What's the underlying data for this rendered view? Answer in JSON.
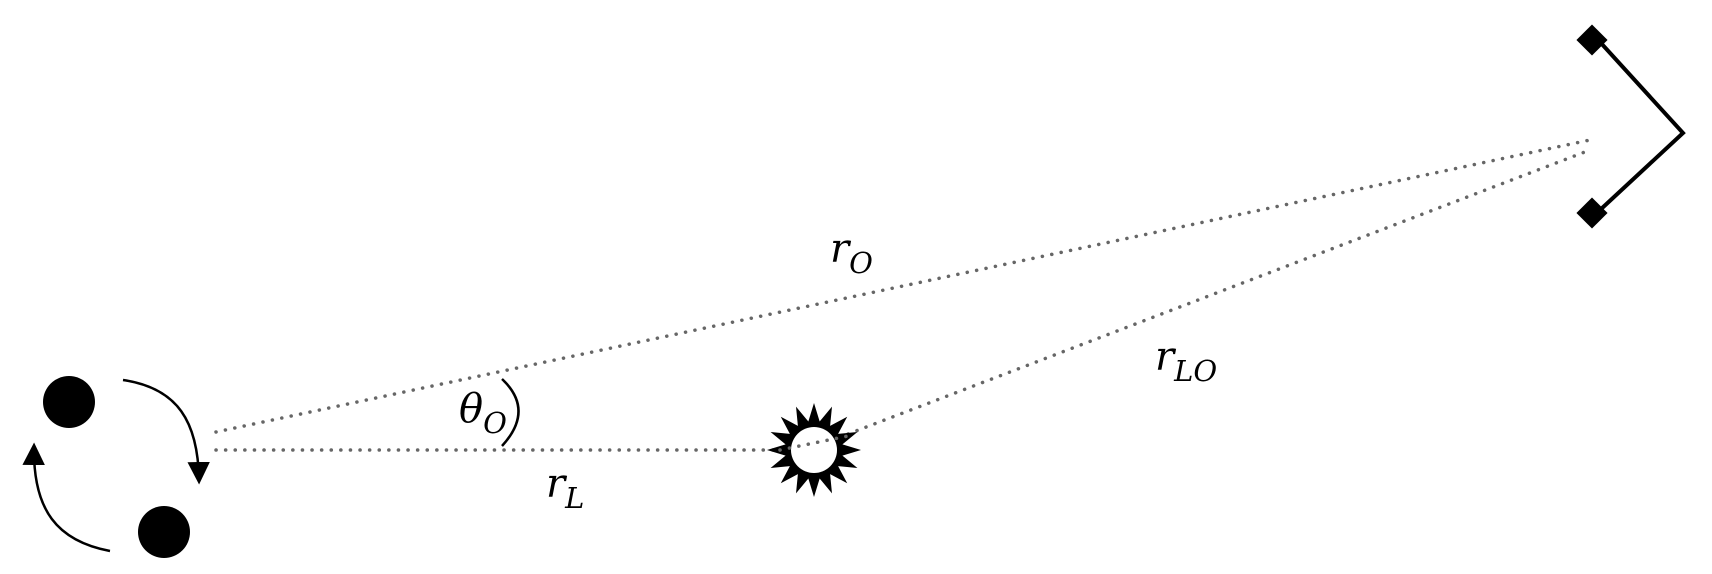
{
  "labels": {
    "r_o": {
      "main": "r",
      "sub": "O"
    },
    "r_lo": {
      "main": "r",
      "sub": "LO"
    },
    "r_l": {
      "main": "r",
      "sub": "L"
    },
    "theta_o": {
      "main": "θ",
      "sub": "O"
    }
  },
  "colors": {
    "ink": "#000000",
    "dotted_line": "#666666",
    "background": "#ffffff"
  },
  "icons": {
    "binary_star_1": "filled-circle",
    "binary_star_2": "filled-circle",
    "lens_star": "sun-icon",
    "observer": "detector-icon"
  }
}
